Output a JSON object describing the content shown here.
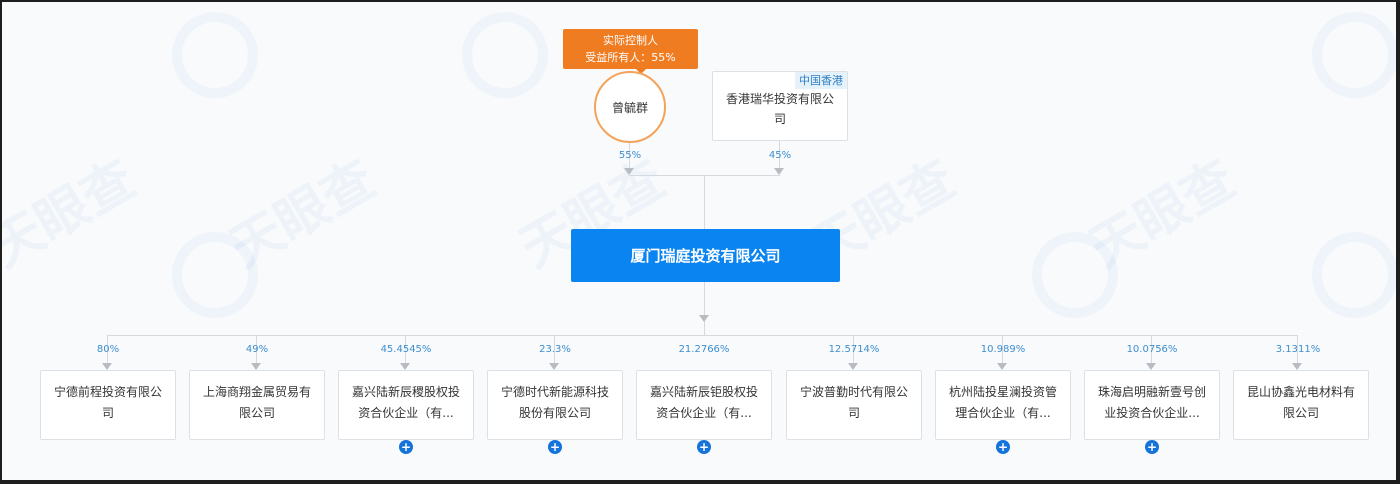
{
  "shareholders": {
    "controller_tag": {
      "line1": "实际控制人",
      "line2": "受益所有人：55%"
    },
    "person": {
      "name": "曾毓群",
      "percent": "55%"
    },
    "company": {
      "badge": "中国香港",
      "name": "香港瑞华投资有限公司",
      "percent": "45%"
    }
  },
  "main_company": {
    "name": "厦门瑞庭投资有限公司",
    "color": "#0a84f0"
  },
  "investments": [
    {
      "percent": "80%",
      "name": "宁德前程投资有限公司",
      "expandable": false
    },
    {
      "percent": "49%",
      "name": "上海商翔金属贸易有限公司",
      "expandable": false
    },
    {
      "percent": "45.4545%",
      "name": "嘉兴陆新辰稷股权投资合伙企业（有...",
      "expandable": true
    },
    {
      "percent": "23.3%",
      "name": "宁德时代新能源科技股份有限公司",
      "expandable": true
    },
    {
      "percent": "21.2766%",
      "name": "嘉兴陆新辰钜股权投资合伙企业（有...",
      "expandable": true
    },
    {
      "percent": "12.5714%",
      "name": "宁波普勤时代有限公司",
      "expandable": false
    },
    {
      "percent": "10.989%",
      "name": "杭州陆投星澜投资管理合伙企业（有...",
      "expandable": true
    },
    {
      "percent": "10.0756%",
      "name": "珠海启明融新壹号创业投资合伙企业...",
      "expandable": true
    },
    {
      "percent": "3.1311%",
      "name": "昆山协鑫光电材料有限公司",
      "expandable": false
    }
  ],
  "icons": {
    "expand": "+"
  },
  "watermark": "天眼查"
}
